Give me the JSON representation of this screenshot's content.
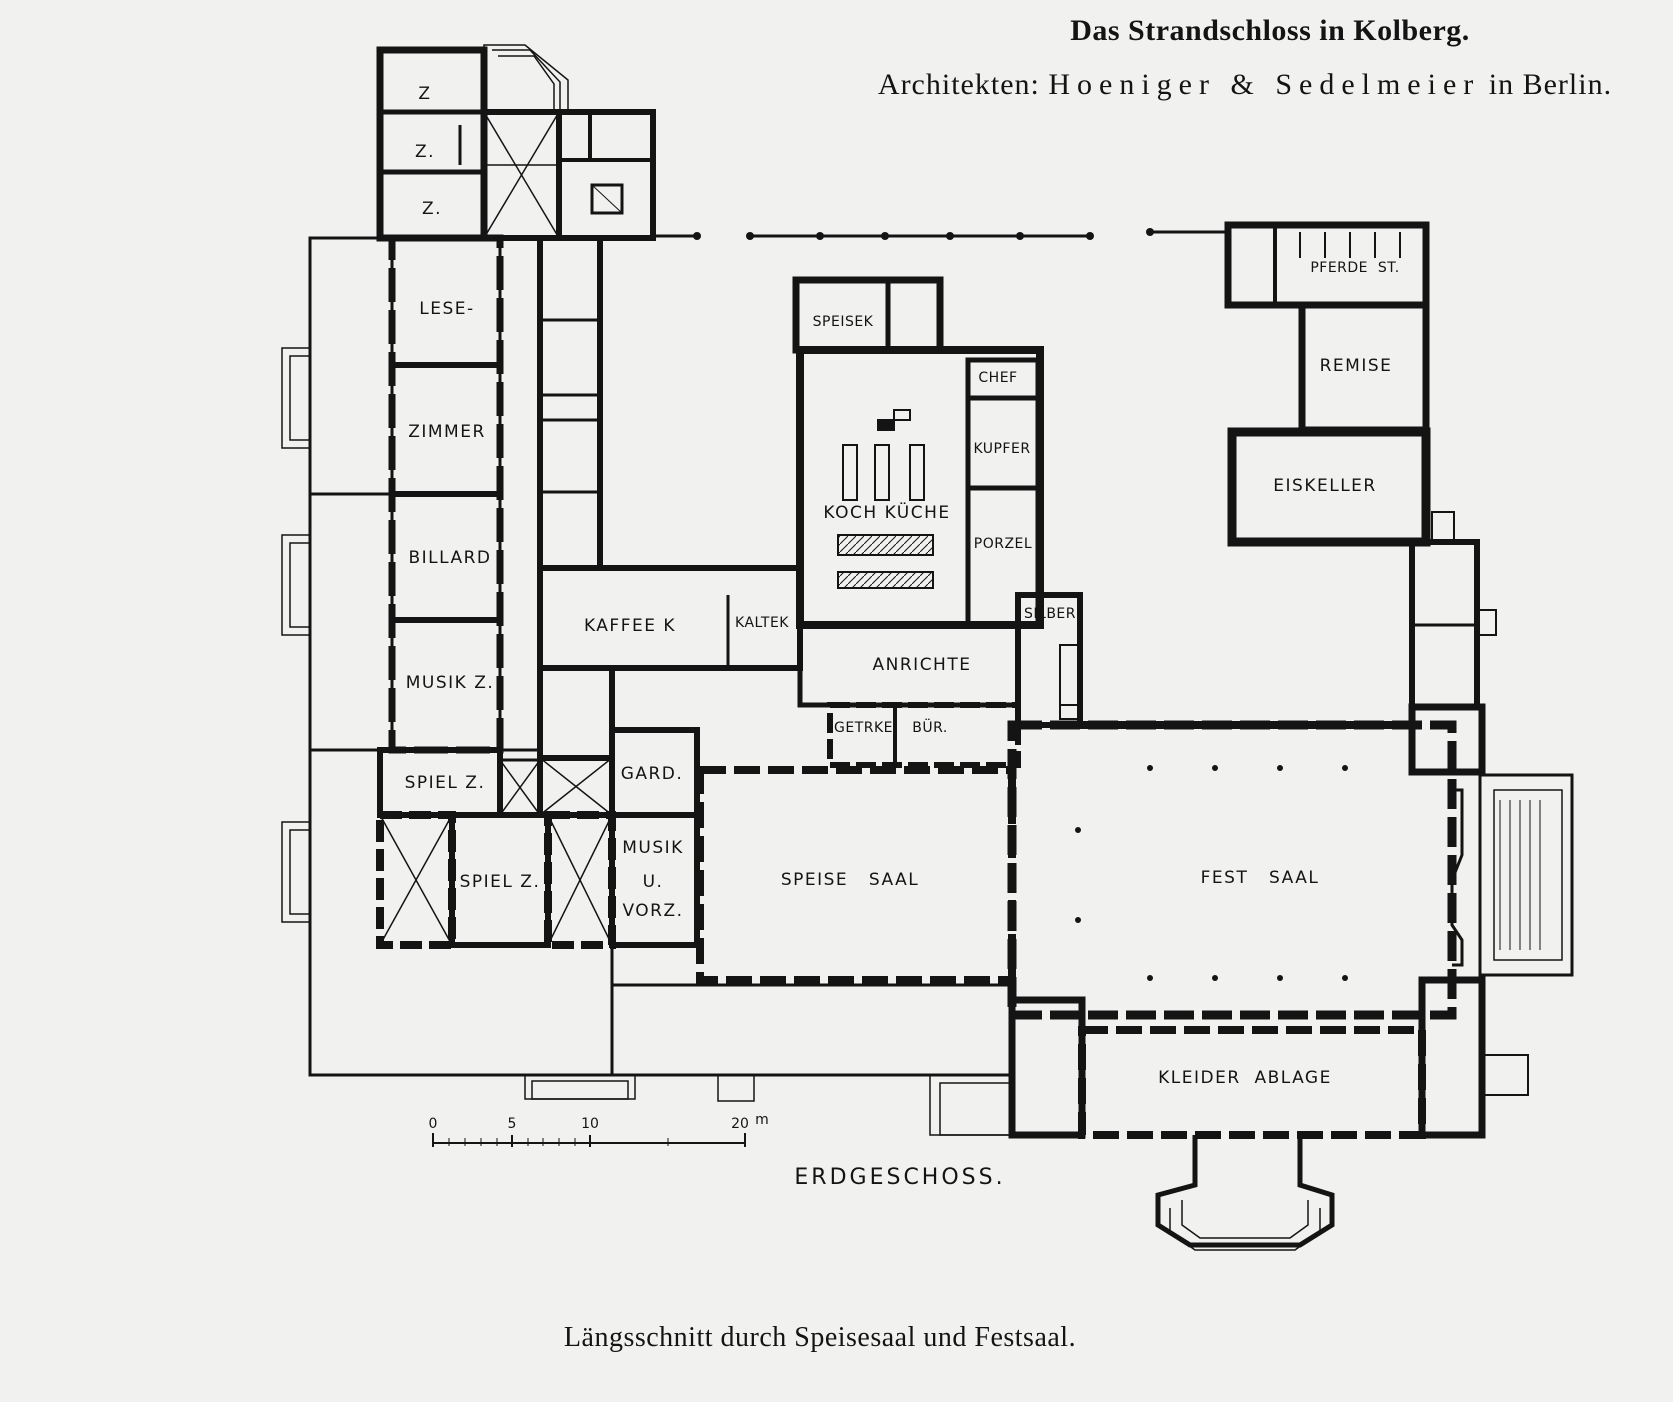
{
  "header": {
    "title": "Das Strandschloss in Kolberg.",
    "architects_prefix": "Architekten:",
    "architects_names": "Hoeniger & Sedelmeier",
    "architects_suffix": "in Berlin."
  },
  "plan": {
    "floor_label": "ERDGESCHOSS.",
    "rooms": {
      "z1": "Z",
      "z2": "Z.",
      "z3": "Z.",
      "lese": "LESE-",
      "zimmer": "ZIMMER",
      "billard": "BILLARD",
      "musik_z": "MUSIK Z.",
      "spiel_z_upper": "SPIEL Z.",
      "spiel_z_lower": "SPIEL Z.",
      "kaffee_k": "KAFFEE K",
      "kaltek": "KALTEK",
      "speisek": "SPEISEK",
      "chef": "CHEF",
      "kupfer": "KUPFER",
      "porzel": "PORZEL",
      "koch_kueche": "KOCH KÜCHE",
      "anrichte": "ANRICHTE",
      "silber": "SILBER",
      "getrke": "GETRKE.",
      "buer": "BÜR.",
      "gard": "GARD.",
      "musik_u_vorz_1": "MUSIK",
      "musik_u_vorz_2": "U.",
      "musik_u_vorz_3": "VORZ.",
      "speise_saal": "SPEISE   SAAL",
      "fest_saal": "FEST   SAAL",
      "kleider_ablage": "KLEIDER  ABLAGE",
      "pferde_st": "PFERDE  ST.",
      "remise": "REMISE",
      "eiskeller": "EISKELLER"
    },
    "scale": {
      "ticks": [
        "0",
        "5",
        "10",
        "20"
      ],
      "unit": "m"
    }
  },
  "footer": {
    "caption": "Längsschnitt durch Speisesaal und Festsaal."
  }
}
